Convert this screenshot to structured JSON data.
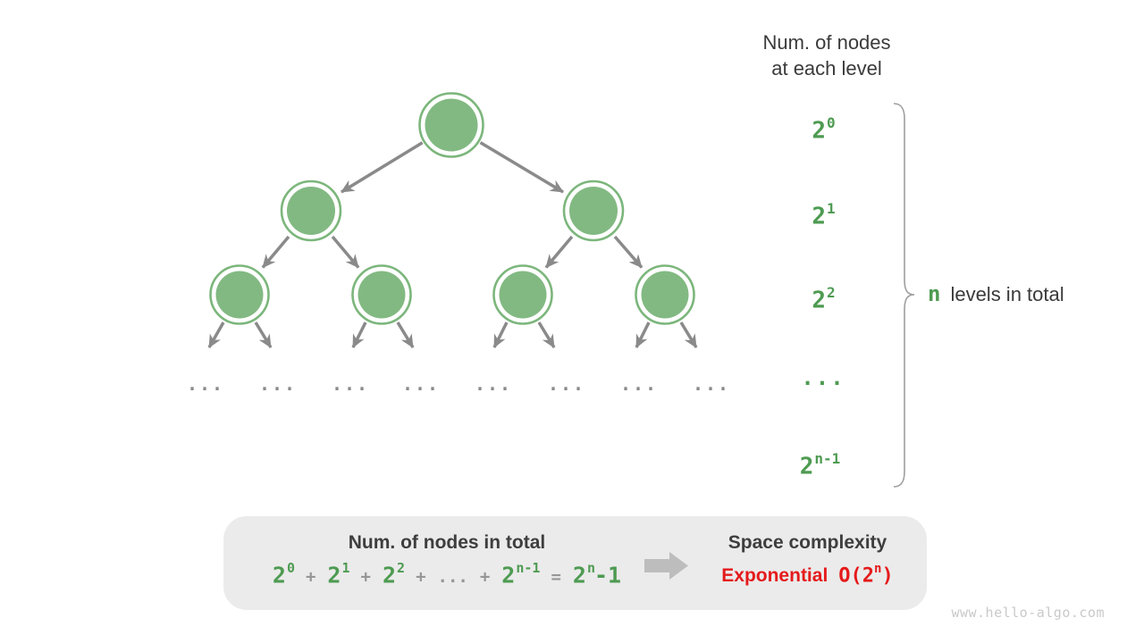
{
  "header": {
    "line1": "Num. of nodes",
    "line2": "at each level"
  },
  "levels": {
    "l0": {
      "base": "2",
      "sup": "0"
    },
    "l1": {
      "base": "2",
      "sup": "1"
    },
    "l2": {
      "base": "2",
      "sup": "2"
    },
    "dots": "...",
    "ln": {
      "base": "2",
      "sup": "n-1"
    }
  },
  "brace_label": {
    "n": "n",
    "text": "levels in total"
  },
  "tree": {
    "ellipsis": [
      "...",
      "...",
      "...",
      "...",
      "...",
      "...",
      "...",
      "..."
    ]
  },
  "box": {
    "left_title": "Num. of nodes in total",
    "formula": {
      "tokens": [
        {
          "base": "2",
          "sup": "0"
        },
        {
          "op": "+"
        },
        {
          "base": "2",
          "sup": "1"
        },
        {
          "op": "+"
        },
        {
          "base": "2",
          "sup": "2"
        },
        {
          "op": "+"
        },
        {
          "op": "..."
        },
        {
          "op": "+"
        },
        {
          "base": "2",
          "sup": "n-1"
        },
        {
          "op": "="
        },
        {
          "base": "2",
          "sup": "n",
          "tail": "-1"
        }
      ]
    },
    "right_title": "Space complexity",
    "complexity": {
      "word": "Exponential",
      "o_open": "O(2",
      "o_sup": "n",
      "o_close": ")"
    }
  },
  "watermark": "www.hello-algo.com",
  "colors": {
    "node_fill": "#82B982",
    "node_ring": "#7CB67C",
    "arrow_gray": "#8A8A8A",
    "text_green": "#4E9B52",
    "box_bg": "#EBEBEB",
    "block_arrow": "#BDBDBD",
    "red": "#E51A1B"
  }
}
